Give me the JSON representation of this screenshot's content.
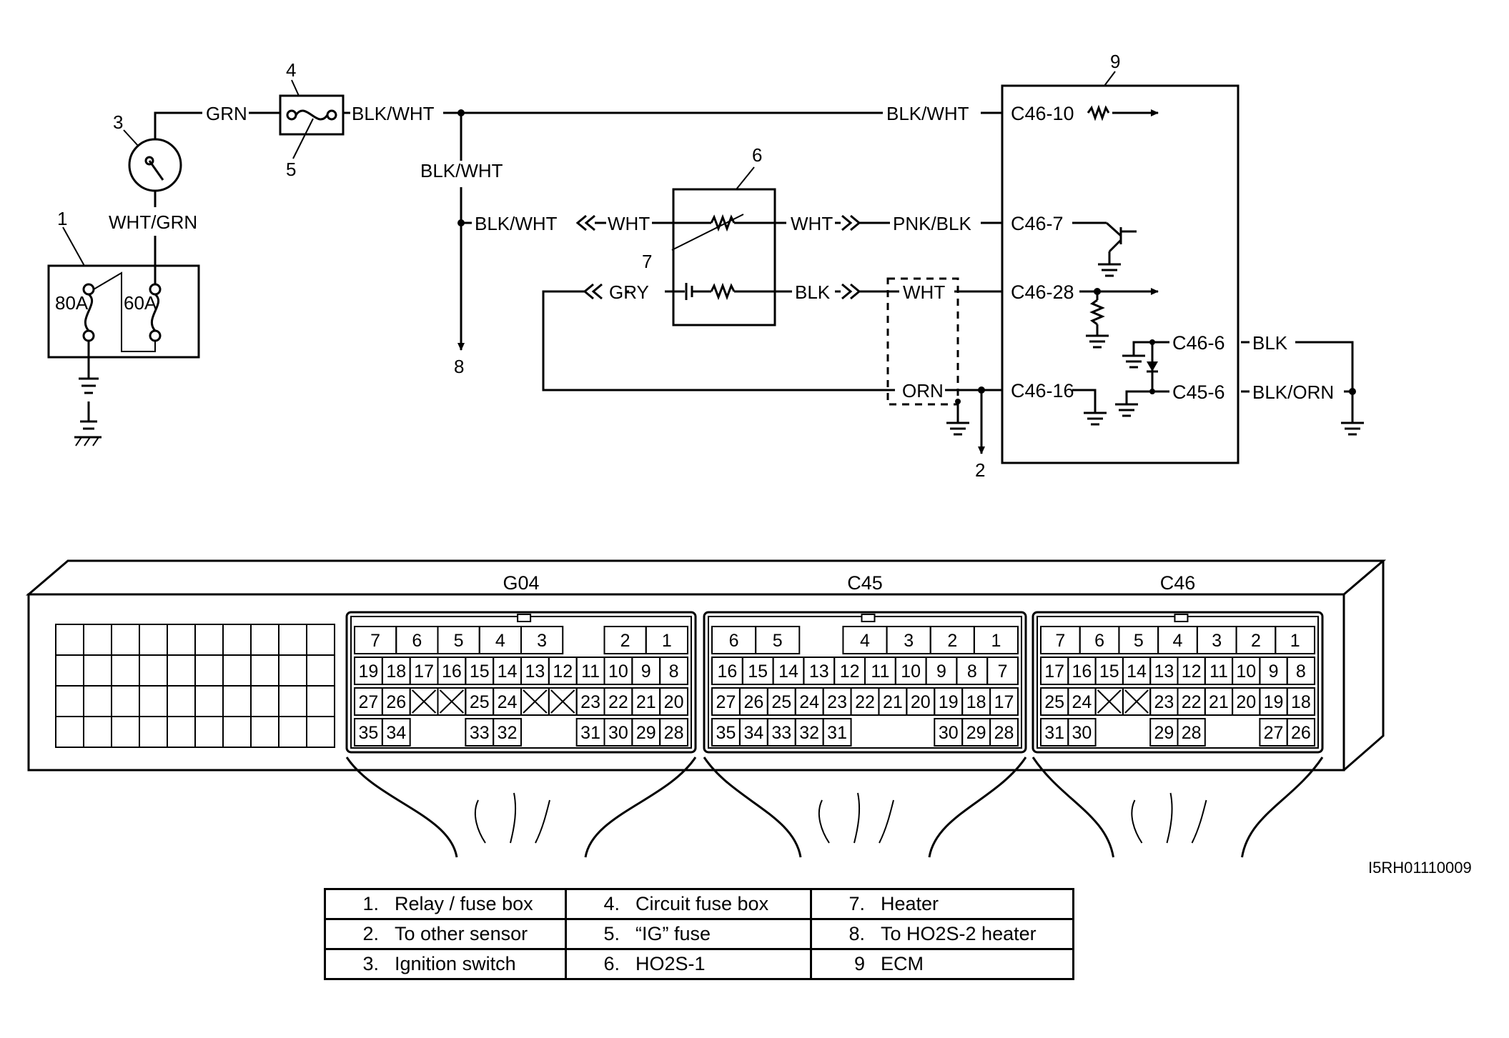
{
  "diagram_code": "I5RH01110009",
  "callouts": [
    "1",
    "2",
    "3",
    "4",
    "5",
    "6",
    "7",
    "8",
    "9"
  ],
  "relay_box": {
    "fuse_a": "80A",
    "fuse_b": "60A"
  },
  "wires": {
    "grn": "GRN",
    "wht_grn": "WHT/GRN",
    "blk_wht_top": "BLK/WHT",
    "blk_wht_ecm": "BLK/WHT",
    "blk_wht_vertical": "BLK/WHT",
    "blk_wht_branch": "BLK/WHT",
    "wht_in": "WHT",
    "wht_out": "WHT",
    "pnk_blk": "PNK/BLK",
    "gry": "GRY",
    "blk": "BLK",
    "wht_shield": "WHT",
    "orn": "ORN",
    "blk_ground": "BLK",
    "blk_orn": "BLK/ORN"
  },
  "ecm_terminals": {
    "t10": "C46-10",
    "t7": "C46-7",
    "t28": "C46-28",
    "t16": "C46-16",
    "t6": "C46-6",
    "c45_6": "C45-6"
  },
  "connectors": [
    {
      "name": "G04",
      "rows": [
        [
          "7",
          "6",
          "5",
          "4",
          "3",
          "",
          "2",
          "1"
        ],
        [
          "19",
          "18",
          "17",
          "16",
          "15",
          "14",
          "13",
          "12",
          "11",
          "10",
          "9",
          "8"
        ],
        [
          "27",
          "26",
          "X",
          "X",
          "25",
          "24",
          "X",
          "X",
          "23",
          "22",
          "21",
          "20"
        ],
        [
          "35",
          "34",
          "",
          "",
          "33",
          "32",
          "",
          "",
          "31",
          "30",
          "29",
          "28"
        ]
      ]
    },
    {
      "name": "C45",
      "rows": [
        [
          "6",
          "5",
          "",
          "4",
          "3",
          "2",
          "1"
        ],
        [
          "16",
          "15",
          "14",
          "13",
          "12",
          "11",
          "10",
          "9",
          "8",
          "7"
        ],
        [
          "27",
          "26",
          "25",
          "24",
          "23",
          "22",
          "21",
          "20",
          "19",
          "18",
          "17"
        ],
        [
          "35",
          "34",
          "33",
          "32",
          "31",
          "",
          "",
          "",
          "30",
          "29",
          "28"
        ]
      ]
    },
    {
      "name": "C46",
      "rows": [
        [
          "7",
          "6",
          "5",
          "4",
          "3",
          "2",
          "1"
        ],
        [
          "17",
          "16",
          "15",
          "14",
          "13",
          "12",
          "11",
          "10",
          "9",
          "8"
        ],
        [
          "25",
          "24",
          "X",
          "X",
          "23",
          "22",
          "21",
          "20",
          "19",
          "18"
        ],
        [
          "31",
          "30",
          "",
          "",
          "29",
          "28",
          "",
          "",
          "27",
          "26"
        ]
      ]
    }
  ],
  "legend": [
    [
      {
        "num": "1.",
        "text": "Relay / fuse box"
      },
      {
        "num": "4.",
        "text": "Circuit fuse box"
      },
      {
        "num": "7.",
        "text": "Heater"
      }
    ],
    [
      {
        "num": "2.",
        "text": "To other sensor"
      },
      {
        "num": "5.",
        "text": "“IG” fuse"
      },
      {
        "num": "8.",
        "text": "To HO2S-2 heater"
      }
    ],
    [
      {
        "num": "3.",
        "text": "Ignition switch"
      },
      {
        "num": "6.",
        "text": "HO2S-1"
      },
      {
        "num": "9",
        "text": "ECM"
      }
    ]
  ]
}
